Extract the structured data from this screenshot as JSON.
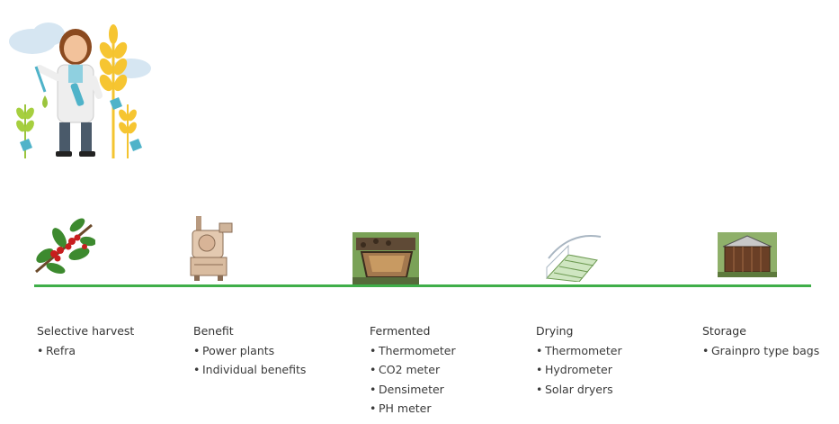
{
  "stages": [
    {
      "title": "Selective harvest",
      "icon": "coffee-branch-icon",
      "items": [
        "Refra"
      ]
    },
    {
      "title": "Benefit",
      "icon": "processing-machine-icon",
      "items": [
        "Power plants",
        "Individual benefits"
      ]
    },
    {
      "title": "Fermented",
      "icon": "fermentation-tank-icon",
      "items": [
        "Thermometer",
        "CO2 meter",
        "Densimeter",
        "PH meter"
      ]
    },
    {
      "title": "Drying",
      "icon": "solar-dryer-icon",
      "items": [
        "Thermometer",
        "Hydrometer",
        "Solar dryers"
      ]
    },
    {
      "title": "Storage",
      "icon": "storage-warehouse-icon",
      "items": [
        "Grainpro type bags"
      ]
    }
  ],
  "colors": {
    "timeline": "#3fae49",
    "text": "#3a3a3a"
  },
  "hero_icon": "scientist-with-grain-icon"
}
